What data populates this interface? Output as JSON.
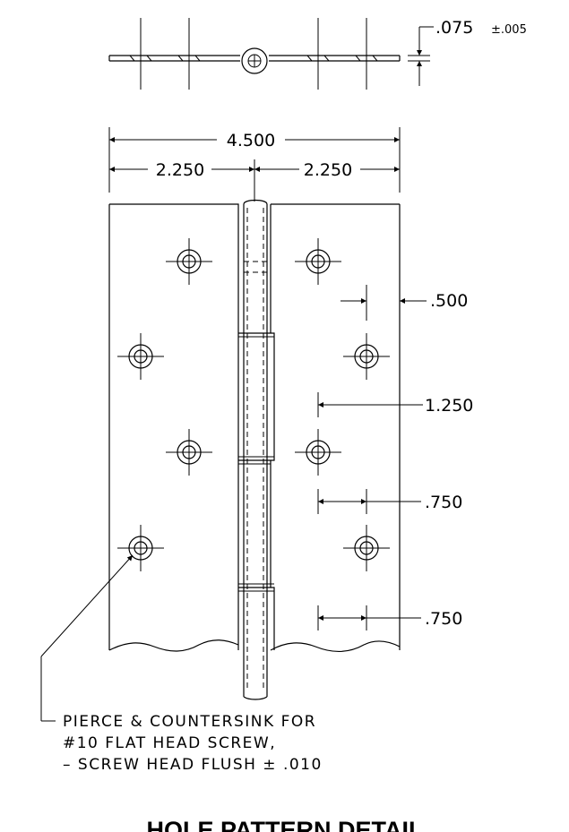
{
  "thickness": {
    "value": ".075",
    "tolerance": "±.005"
  },
  "dimensions": {
    "overall_width": "4.500",
    "half_left": "2.250",
    "half_right": "2.250",
    "edge_offset": ".500",
    "inner_offset": "1.250",
    "spacing_1": ".750",
    "spacing_2": ".750"
  },
  "note": {
    "line1": "PIERCE & COUNTERSINK FOR",
    "line2": "#10 FLAT HEAD SCREW,",
    "line3": "– SCREW HEAD FLUSH ± .010"
  },
  "title": "HOLE PATTERN DETAIL"
}
